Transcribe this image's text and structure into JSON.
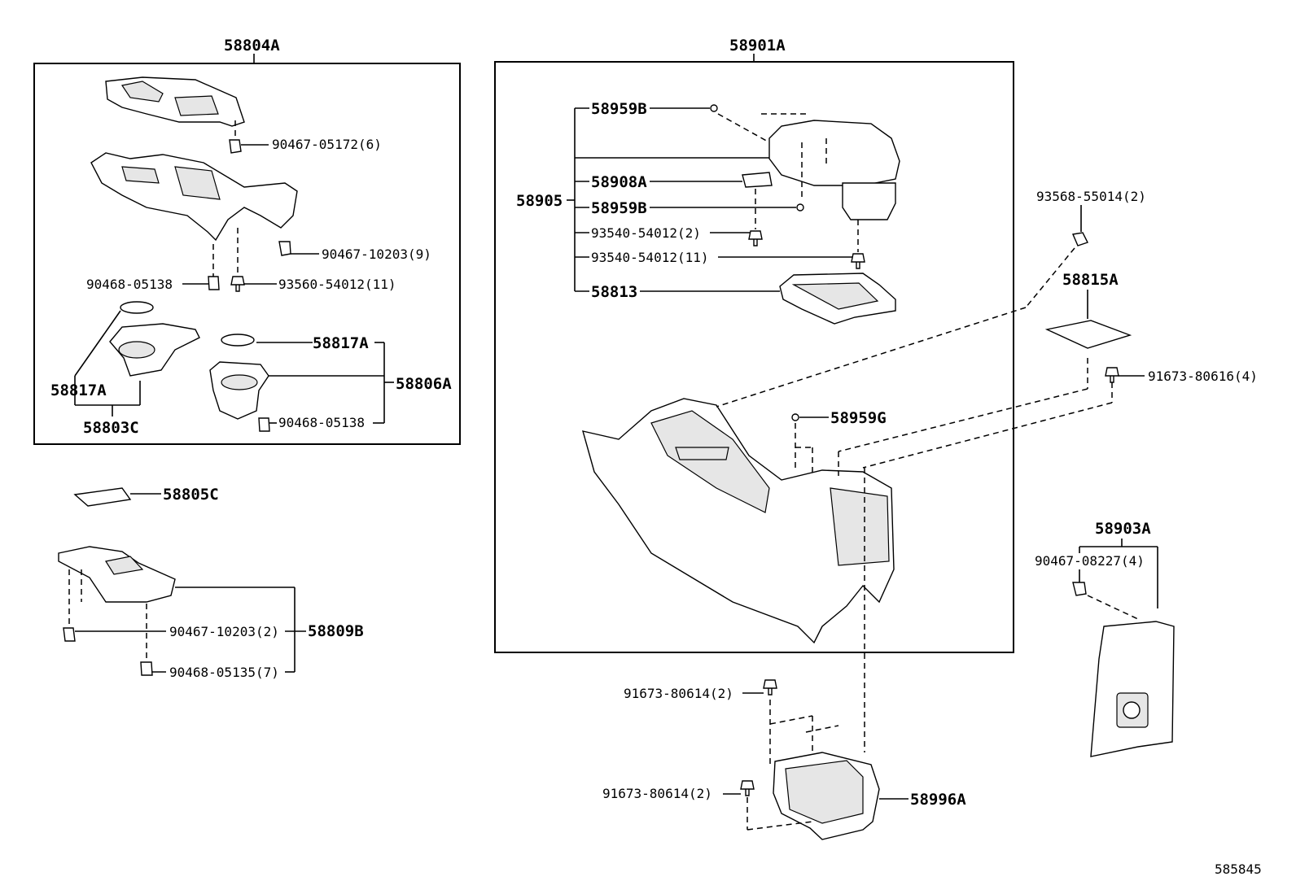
{
  "groups": {
    "g58804A": "58804A",
    "g58901A": "58901A"
  },
  "labels": {
    "p90467_05172": "90467-05172(6)",
    "p90467_10203_9": "90467-10203(9)",
    "p90468_05138_a": "90468-05138",
    "p93560_54012": "93560-54012(11)",
    "p58817A_a": "58817A",
    "p58817A_b": "58817A",
    "p58806A": "58806A",
    "p58803C": "58803C",
    "p90468_05138_b": "90468-05138",
    "p58805C": "58805C",
    "p90467_10203_2": "90467-10203(2)",
    "p58809B": "58809B",
    "p90468_05135": "90468-05135(7)",
    "p58959B_a": "58959B",
    "p58908A": "58908A",
    "p58905": "58905",
    "p58959B_b": "58959B",
    "p93540_54012_2": "93540-54012(2)",
    "p93540_54012_11": "93540-54012(11)",
    "p58813": "58813",
    "p58959G": "58959G",
    "p93568_55014": "93568-55014(2)",
    "p58815A": "58815A",
    "p91673_80616": "91673-80616(4)",
    "p58903A": "58903A",
    "p90467_08227": "90467-08227(4)",
    "p91673_80614_a": "91673-80614(2)",
    "p91673_80614_b": "91673-80614(2)",
    "p58996A": "58996A"
  },
  "footer": {
    "diagram_code": "585845"
  }
}
